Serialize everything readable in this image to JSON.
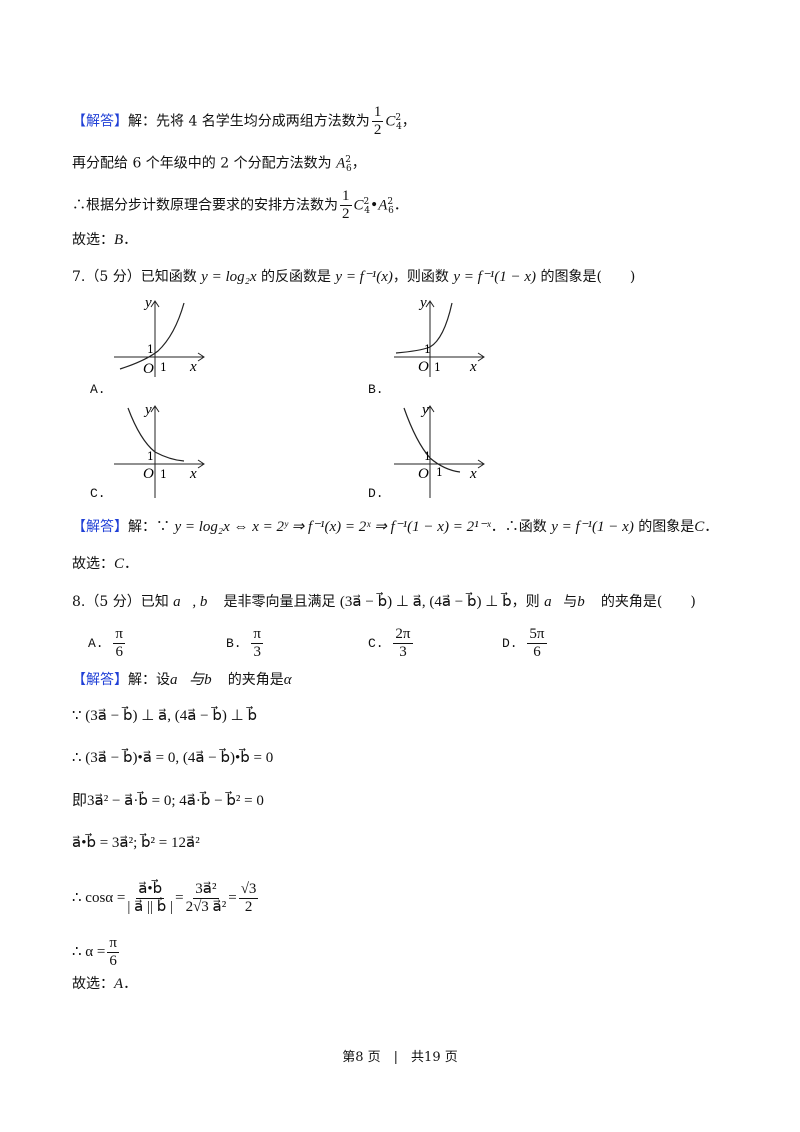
{
  "q6": {
    "tag": "【解答】",
    "l1": "解：先将 4 名学生均分成两组方法数为",
    "c": "C",
    "l1end": "，",
    "l2": "再分配给 6 个年级中的 2 个分配方法数为",
    "a": "A",
    "l2end": "，",
    "l3": "∴根据分步计数原理合要求的安排方法数为",
    "l3end": "．",
    "ans": "故选：",
    "ans_val": "B",
    "ans_end": "．"
  },
  "q7": {
    "stem_a": "7.（5 分）已知函数",
    "f1": "y = log₂x",
    "stem_b": "的反函数是",
    "f2": "y = f⁻¹(x)",
    "stem_c": "，则函数",
    "f3": "y = f⁻¹(1 − x)",
    "stem_d": "的图象是(　　)",
    "options": [
      "A.",
      "B.",
      "C.",
      "D."
    ],
    "axis": {
      "y": "y",
      "x": "x",
      "o": "O",
      "one": "1"
    },
    "sol_tag": "【解答】",
    "sol_a": "解：∵",
    "sol_math": "y = log₂x ⇔ x = 2ʸ ⇒ f⁻¹(x) = 2ˣ ⇒ f⁻¹(1 − x) = 2¹⁻ˣ",
    "sol_b": "．∴函数",
    "sol_f": "y = f⁻¹(1 − x)",
    "sol_c": "的图象是",
    "sol_ans": "C",
    "sol_end": "．",
    "ans": "故选：",
    "ans_val": "C",
    "ans_end": "．"
  },
  "q8": {
    "stem_a": "8.（5 分）已知",
    "v1": "a⃗, b⃗",
    "stem_b": "是非零向量且满足",
    "cond": "(3a⃗ − b⃗) ⊥ a⃗, (4a⃗ − b⃗) ⊥ b⃗",
    "stem_c": "，则",
    "v2": "a⃗",
    "stem_d": "与",
    "v3": "b⃗",
    "stem_e": "的夹角是(　　)",
    "options": [
      {
        "label": "A.",
        "num": "π",
        "den": "6"
      },
      {
        "label": "B.",
        "num": "π",
        "den": "3"
      },
      {
        "label": "C.",
        "num": "2π",
        "den": "3"
      },
      {
        "label": "D.",
        "num": "5π",
        "den": "6"
      }
    ],
    "sol_tag": "【解答】",
    "sol_l1": "解：设",
    "sol_l1b": "a⃗与b⃗",
    "sol_l1c": "的夹角是",
    "alpha": "α",
    "s2": "∵ (3a⃗ − b⃗) ⊥ a⃗, (4a⃗ − b⃗) ⊥ b⃗",
    "s3": "∴ (3a⃗ − b⃗)•a⃗ = 0, (4a⃗ − b⃗)•b⃗ = 0",
    "s4": "即3a⃗² − a⃗·b⃗ = 0; 4a⃗·b⃗ − b⃗² = 0",
    "s5": "a⃗•b⃗ = 3a⃗²; b⃗² = 12a⃗²",
    "s6_pre": "∴ cosα =",
    "s6_f1n": "a⃗•b⃗",
    "s6_f1d": "| a⃗ || b⃗ |",
    "s6_f2n": "3a⃗²",
    "s6_f2d": "2√3 a⃗²",
    "s6_f3n": "√3",
    "s6_f3d": "2",
    "eq": "=",
    "s7_pre": "∴ α =",
    "s7_n": "π",
    "s7_d": "6",
    "ans": "故选：",
    "ans_val": "A",
    "ans_end": "．"
  },
  "footer": "第8 页　|　共19 页"
}
